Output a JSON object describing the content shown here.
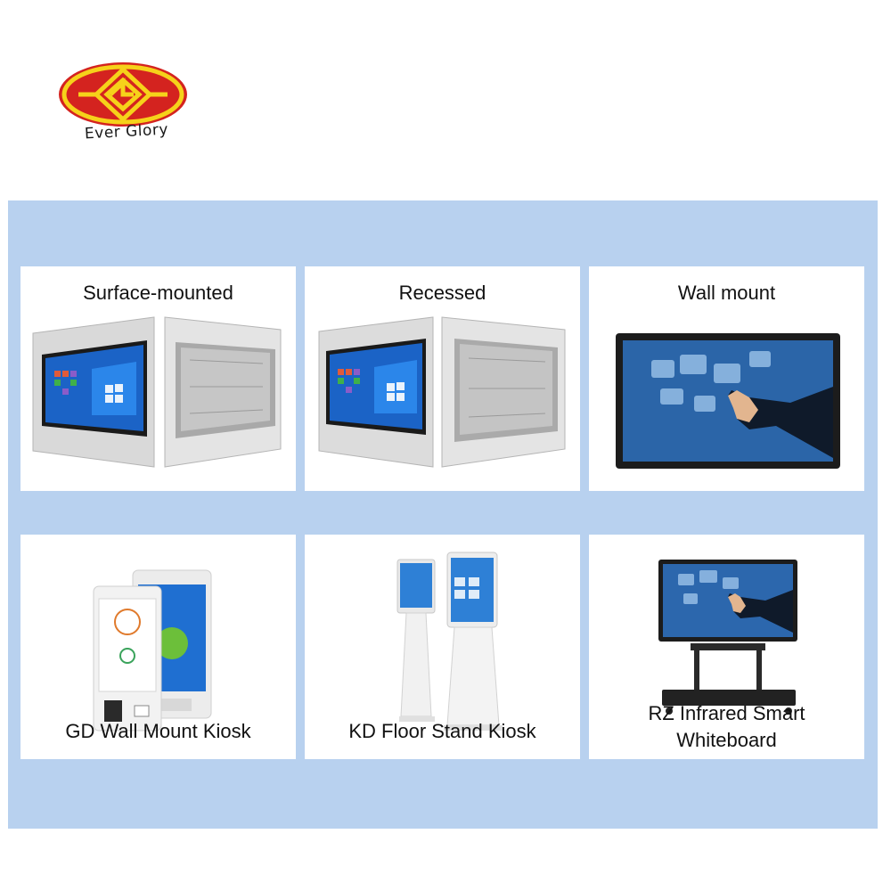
{
  "brand": {
    "name": "Ever Glory",
    "colors": {
      "red": "#d4231f",
      "yellow": "#f6d21a"
    }
  },
  "panel_bg": "#b8d1ef",
  "products": [
    {
      "label": "Surface-mounted",
      "image": "surface-mounted-panel-pc"
    },
    {
      "label": "Recessed",
      "image": "recessed-panel-pc"
    },
    {
      "label": "Wall mount",
      "image": "wall-mount-display"
    },
    {
      "label": "GD Wall Mount Kiosk",
      "image": "wall-mount-kiosk"
    },
    {
      "label": "KD Floor Stand Kiosk",
      "image": "floor-stand-kiosk"
    },
    {
      "label_line1": "RZ Infrared Smart",
      "label_line2": "Whiteboard",
      "image": "smart-whiteboard"
    }
  ]
}
